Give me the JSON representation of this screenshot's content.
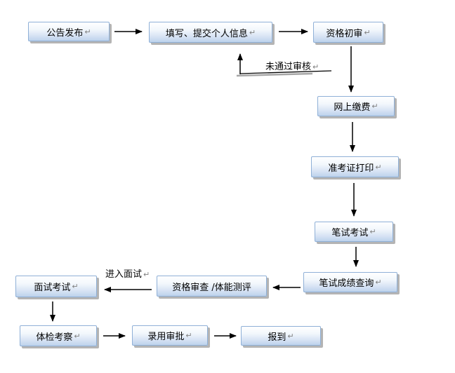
{
  "diagram": {
    "title_semantic": "exam-recruitment-process-flowchart",
    "return_mark": "↵",
    "nodes": [
      {
        "id": "announcement",
        "label": "公告发布"
      },
      {
        "id": "fill-submit-info",
        "label": "填写、提交个人信息"
      },
      {
        "id": "qualification-initial-review",
        "label": "资格初审"
      },
      {
        "id": "online-payment",
        "label": "网上缴费"
      },
      {
        "id": "admission-ticket-print",
        "label": "准考证打印"
      },
      {
        "id": "written-exam",
        "label": "笔试考试"
      },
      {
        "id": "written-score-query",
        "label": "笔试成绩查询"
      },
      {
        "id": "qualification-review-physical-test",
        "label": "资格审查 /体能测评"
      },
      {
        "id": "interview-exam",
        "label": "面试考试"
      },
      {
        "id": "physical-exam-inspection",
        "label": "体检考察"
      },
      {
        "id": "employment-approval",
        "label": "录用审批"
      },
      {
        "id": "report-duty",
        "label": "报到"
      }
    ],
    "edge_labels": [
      {
        "id": "failed-review",
        "label": "未通过审核"
      },
      {
        "id": "enter-interview",
        "label": "进入面试"
      }
    ],
    "edges": [
      {
        "from": "announcement",
        "to": "fill-submit-info"
      },
      {
        "from": "fill-submit-info",
        "to": "qualification-initial-review"
      },
      {
        "from": "qualification-initial-review",
        "to": "online-payment"
      },
      {
        "from": "qualification-initial-review",
        "to": "fill-submit-info",
        "label": "未通过审核"
      },
      {
        "from": "online-payment",
        "to": "admission-ticket-print"
      },
      {
        "from": "admission-ticket-print",
        "to": "written-exam"
      },
      {
        "from": "written-exam",
        "to": "written-score-query"
      },
      {
        "from": "written-score-query",
        "to": "qualification-review-physical-test"
      },
      {
        "from": "qualification-review-physical-test",
        "to": "interview-exam",
        "label": "进入面试"
      },
      {
        "from": "interview-exam",
        "to": "physical-exam-inspection"
      },
      {
        "from": "physical-exam-inspection",
        "to": "employment-approval"
      },
      {
        "from": "employment-approval",
        "to": "report-duty"
      }
    ],
    "colors": {
      "background": "#ffffff",
      "box_border": "#8fb0d7",
      "box_fill_top": "#ffffff",
      "box_fill_bottom": "#bdd2ec",
      "box_shadow": "#b4b4b4",
      "arrow": "#000000",
      "line_shadow": "#a6a6a6",
      "return_mark_color": "#808080",
      "text": "#000000"
    }
  }
}
